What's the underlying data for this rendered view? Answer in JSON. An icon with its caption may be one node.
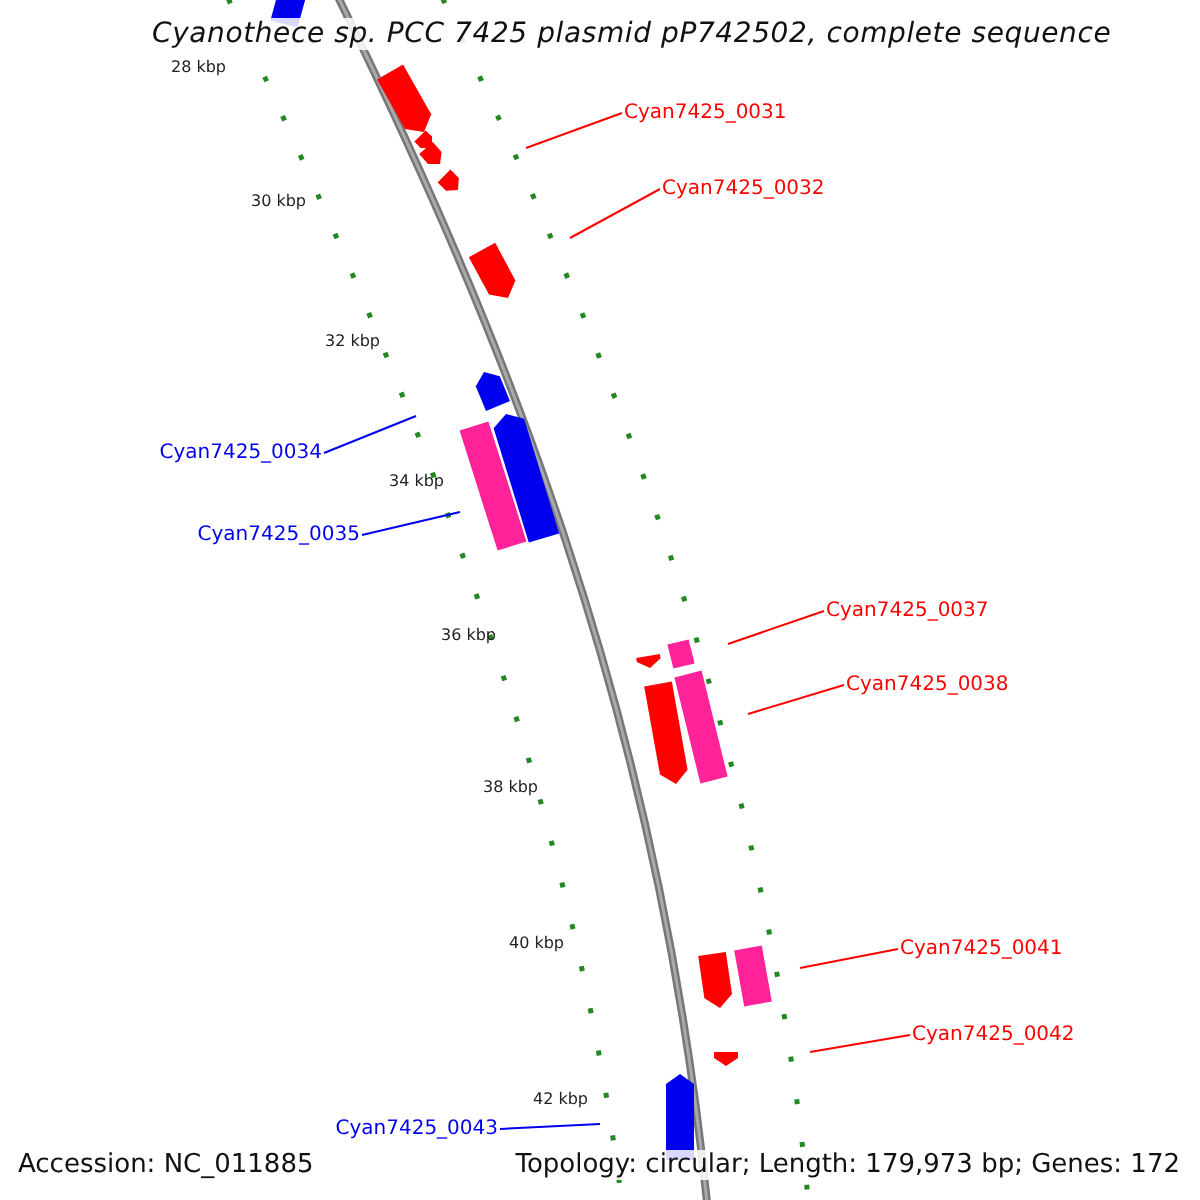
{
  "diagram": {
    "title": "Cyanothece sp. PCC 7425 plasmid pP742502, complete sequence",
    "nodes": [
      {
        "text": [
          "Cyan7425_0031"
        ]
      },
      {
        "text": [
          "Cyan7425_0032"
        ]
      },
      {
        "text": [
          "Cyan7425_0034"
        ]
      },
      {
        "text": [
          "Cyan7425_0035"
        ]
      },
      {
        "text": [
          "Cyan7425_0037"
        ]
      },
      {
        "text": [
          "Cyan7425_0038"
        ]
      },
      {
        "text": [
          "Cyan7425_0041"
        ]
      },
      {
        "text": [
          "Cyan7425_0042"
        ]
      },
      {
        "text": [
          "Cyan7425_0043"
        ]
      }
    ],
    "edges": [
      {
        "from": 0,
        "to": null,
        "arrow": "none"
      },
      {
        "from": 1,
        "to": null,
        "arrow": "none"
      },
      {
        "from": 2,
        "to": null,
        "arrow": "none",
        "color": "#0000ee"
      },
      {
        "from": 3,
        "to": null,
        "arrow": "none",
        "color": "#0000ee"
      },
      {
        "from": 4,
        "to": null,
        "arrow": "none"
      },
      {
        "from": 5,
        "to": null,
        "arrow": "none"
      },
      {
        "from": 6,
        "to": null,
        "arrow": "none"
      },
      {
        "from": 7,
        "to": null,
        "arrow": "none"
      },
      {
        "from": 8,
        "to": null,
        "arrow": "none",
        "color": "#0000ee"
      }
    ],
    "labels": [
      "28 kbp",
      "30 kbp",
      "32 kbp",
      "34 kbp",
      "36 kbp",
      "38 kbp",
      "40 kbp",
      "42 kbp",
      "Accession: NC_011885",
      "Topology: circular; Length: 179,973 bp; Genes: 172"
    ]
  }
}
